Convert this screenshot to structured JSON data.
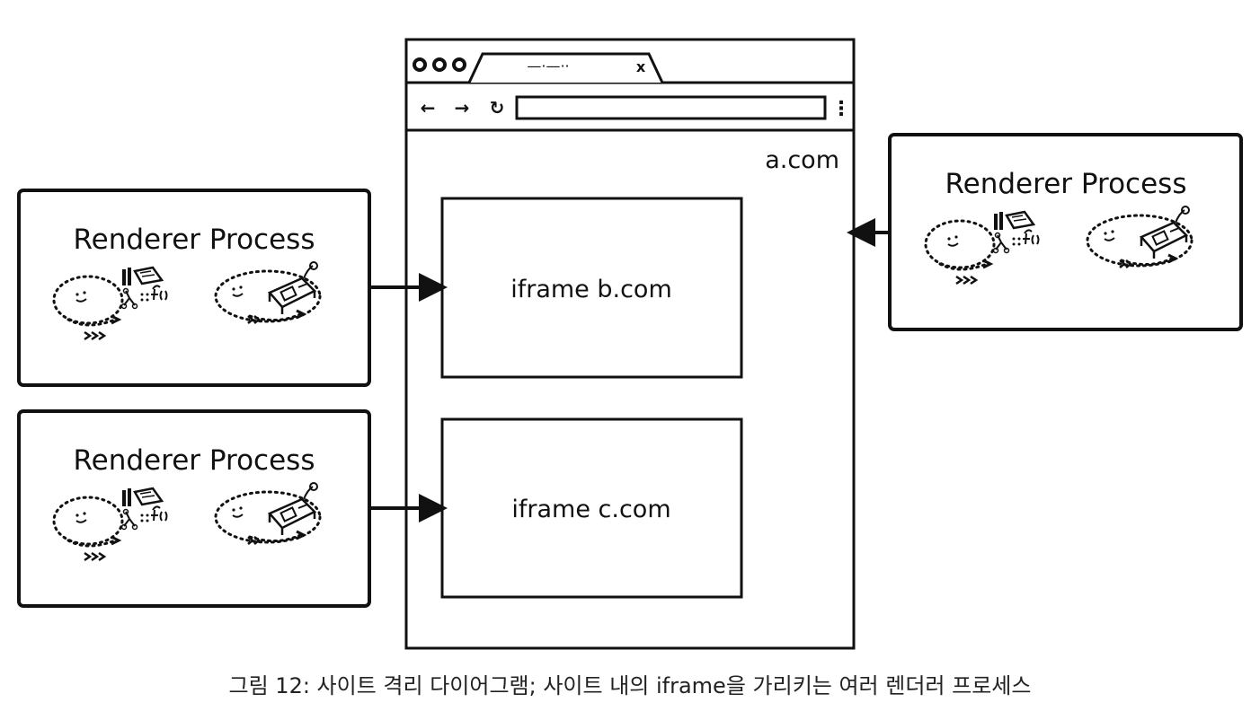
{
  "browser": {
    "tab_title_placeholder": "—·—··",
    "tab_close": "x",
    "nav": {
      "back": "←",
      "forward": "→",
      "reload": "↻",
      "menu": "⋮"
    },
    "page_domain": "a.com"
  },
  "iframes": [
    {
      "label": "iframe b.com"
    },
    {
      "label": "iframe c.com"
    }
  ],
  "processes": [
    {
      "label": "Renderer Process"
    },
    {
      "label": "Renderer Process"
    },
    {
      "label": "Renderer Process"
    }
  ],
  "caption": "그림 12: 사이트 격리 다이어그램; 사이트 내의 iframe을 가리키는 여러 렌더러 프로세스"
}
